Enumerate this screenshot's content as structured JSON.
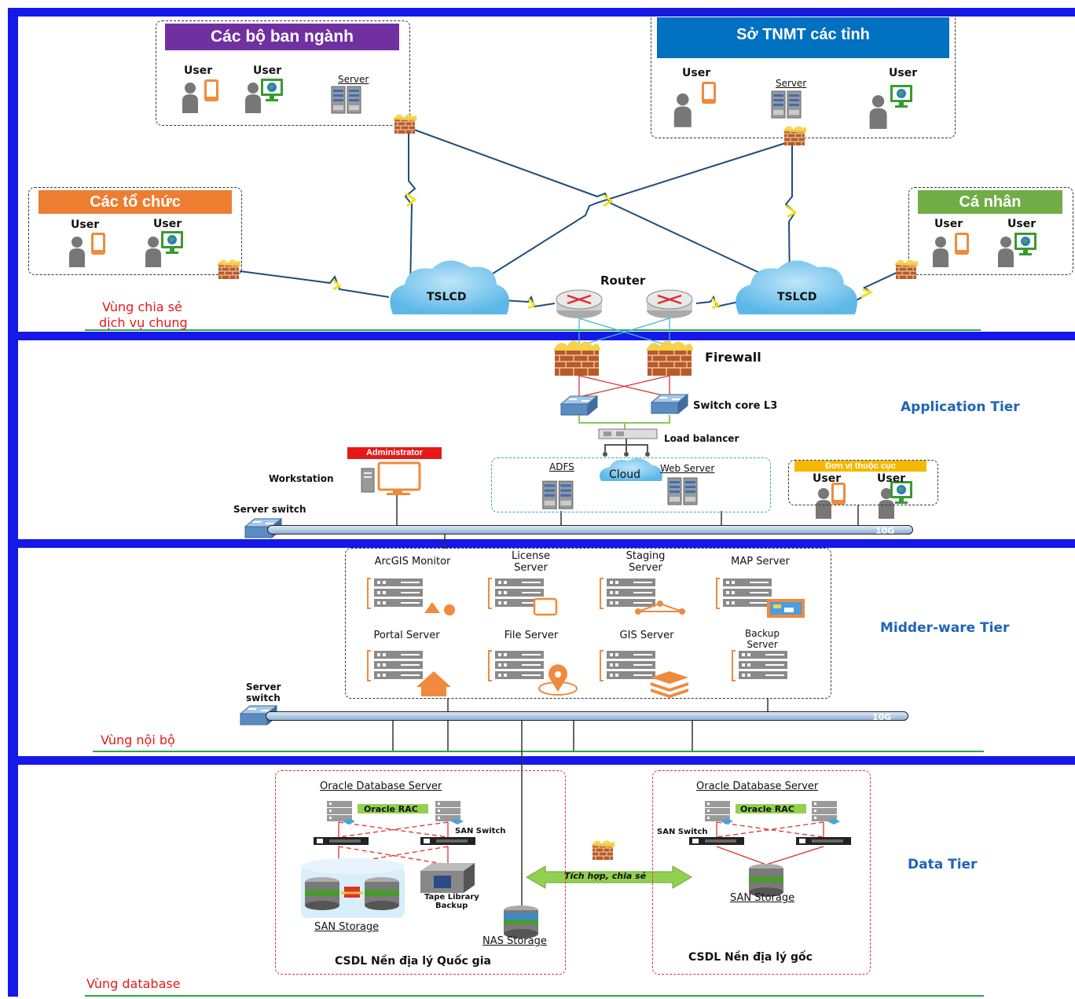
{
  "share_zone": {
    "ministries_title": "Các bộ ban ngành",
    "ministries_user1": "User",
    "ministries_user2": "User",
    "ministries_server": "Server",
    "provinces_title": "Sở TNMT các tỉnh",
    "provinces_user1": "User",
    "provinces_server": "Server",
    "provinces_user2": "User",
    "orgs_title": "Các tổ chức",
    "orgs_user1": "User",
    "orgs_user2": "User",
    "individuals_title": "Cá nhân",
    "individuals_user1": "User",
    "individuals_user2": "User",
    "router_label": "Router",
    "cloud_left": "TSLCD",
    "cloud_right": "TSLCD",
    "zone_label_line1": "Vùng chia sẻ",
    "zone_label_line2": "dịch vụ chung"
  },
  "application_tier": {
    "tier_label": "Application Tier",
    "firewall_label": "Firewall",
    "switch_core_label": "Switch core L3",
    "load_balancer_label": "Load balancer",
    "administrator_label": "Administrator",
    "workstation_label": "Workstation",
    "adfs_label": "ADFS",
    "cloud_label": "Cloud",
    "web_server_label": "Web Server",
    "unit_title": "Đơn vị thuộc cục",
    "unit_user1": "User",
    "unit_user2": "User",
    "server_switch_label": "Server switch",
    "bus_speed": "10G"
  },
  "middleware_tier": {
    "tier_label": "Midder-ware Tier",
    "servers": [
      {
        "name": "ArcGIS Monitor",
        "badge": "shapes"
      },
      {
        "name": "License Server",
        "badge": "license"
      },
      {
        "name": "Staging Server",
        "badge": "network"
      },
      {
        "name": "MAP Server",
        "badge": "map"
      },
      {
        "name": "Portal Server",
        "badge": "home"
      },
      {
        "name": "File Server",
        "badge": "pin"
      },
      {
        "name": "GIS Server",
        "badge": "layers"
      },
      {
        "name": "Backup Server",
        "badge": "none"
      }
    ],
    "server_switch_line1": "Server",
    "server_switch_line2": "switch",
    "bus_speed": "10G",
    "zone_label": "Vùng nội bộ"
  },
  "data_tier": {
    "tier_label": "Data Tier",
    "left_db_title": "Oracle Database Server",
    "left_rac": "Oracle RAC",
    "left_san_switch": "SAN Switch",
    "left_tape_line1": "Tape Library",
    "left_tape_line2": "Backup",
    "left_san_storage": "SAN Storage",
    "nas_storage": "NAS Storage",
    "left_caption": "CSDL Nền địa lý Quốc gia",
    "integration_label": "Tích hợp, chia sẻ",
    "right_db_title": "Oracle Database Server",
    "right_rac": "Oracle RAC",
    "right_san_switch": "SAN Switch",
    "right_san_storage": "SAN Storage",
    "right_caption": "CSDL Nền địa lý gốc",
    "zone_label": "Vùng database"
  },
  "colors": {
    "tier_border": "#1518e8",
    "ministries_header": "#7030a0",
    "provinces_header": "#0070c0",
    "orgs_header": "#ed7d31",
    "individuals_header": "#70ad47",
    "tier_label": "#1e64b8",
    "zone_label": "#e81818",
    "server_icon": "#f08a3c",
    "unit_header": "#f5b800",
    "admin_header": "#e81818"
  }
}
